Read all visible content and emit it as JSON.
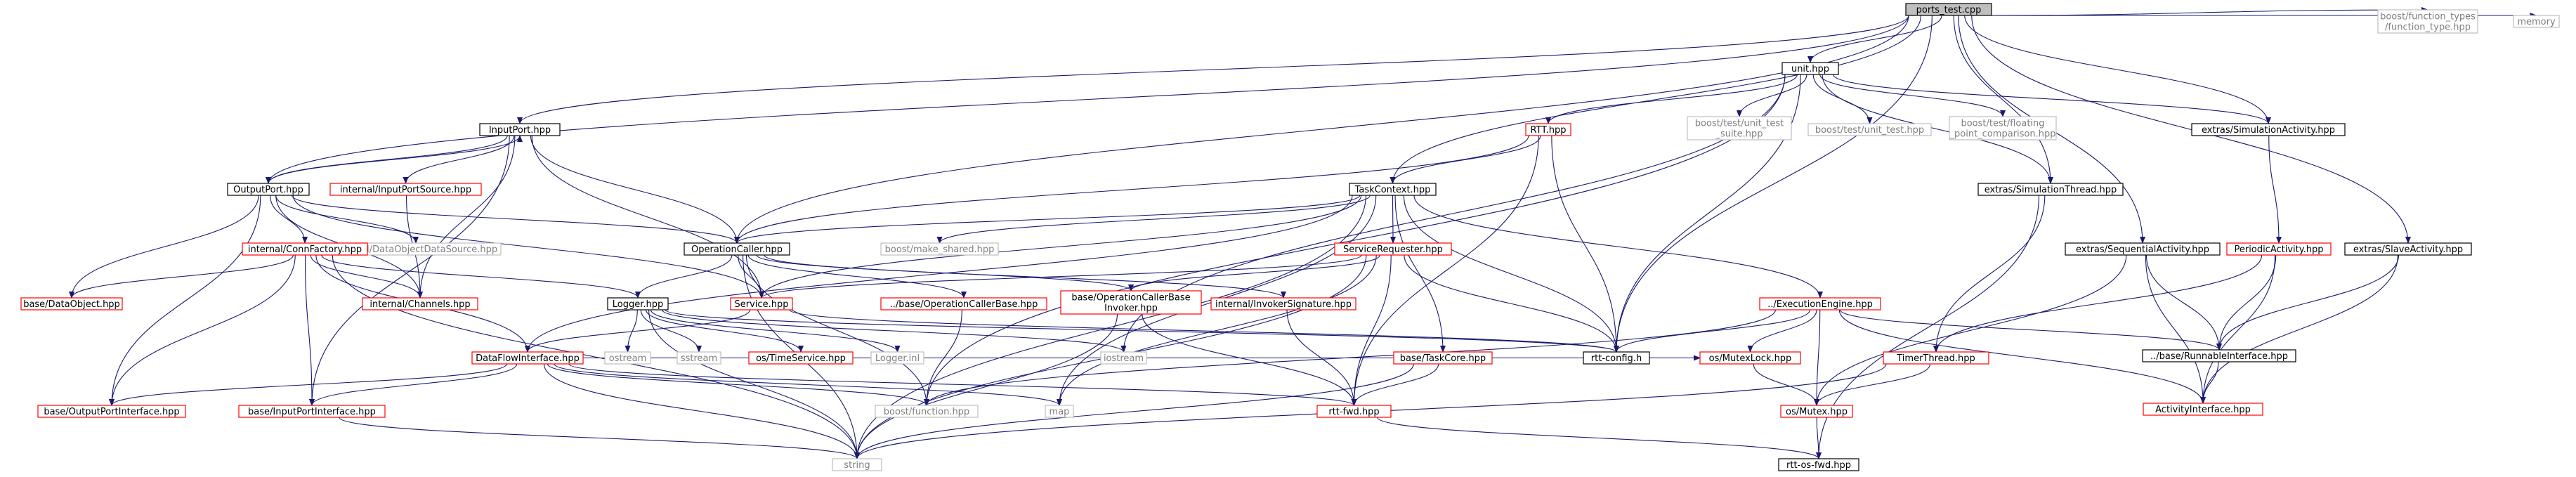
{
  "colors": {
    "edge": "#191970",
    "documented_border": "#000000",
    "documented_text": "#000000",
    "undocumented_border": "#bfbfbf",
    "undocumented_text": "#7f7f7f",
    "missing_border": "#ff0000",
    "missing_text": "#ff0000",
    "root_fill": "#bfbfbf"
  },
  "graph": {
    "nodes": [
      {
        "id": "ports_test",
        "lines": [
          "ports_test.cpp"
        ],
        "kind": "root"
      },
      {
        "id": "unit",
        "lines": [
          "unit.hpp"
        ],
        "kind": "documented"
      },
      {
        "id": "fn_types",
        "lines": [
          "boost/function_types",
          "/function_type.hpp"
        ],
        "kind": "undocumented"
      },
      {
        "id": "memory",
        "lines": [
          "memory"
        ],
        "kind": "undocumented"
      },
      {
        "id": "InputPort",
        "lines": [
          "InputPort.hpp"
        ],
        "kind": "documented"
      },
      {
        "id": "RTT",
        "lines": [
          "RTT.hpp"
        ],
        "kind": "missing"
      },
      {
        "id": "suite",
        "lines": [
          "boost/test/unit_test",
          "_suite.hpp"
        ],
        "kind": "undocumented"
      },
      {
        "id": "unit_test",
        "lines": [
          "boost/test/unit_test.hpp"
        ],
        "kind": "undocumented"
      },
      {
        "id": "float_cmp",
        "lines": [
          "boost/test/floating",
          "_point_comparison.hpp"
        ],
        "kind": "undocumented"
      },
      {
        "id": "SimActivity",
        "lines": [
          "extras/SimulationActivity.hpp"
        ],
        "kind": "documented"
      },
      {
        "id": "OutputPort",
        "lines": [
          "OutputPort.hpp"
        ],
        "kind": "documented"
      },
      {
        "id": "InputPortSource",
        "lines": [
          "internal/InputPortSource.hpp"
        ],
        "kind": "missing"
      },
      {
        "id": "TaskContext",
        "lines": [
          "TaskContext.hpp"
        ],
        "kind": "documented"
      },
      {
        "id": "SimThread",
        "lines": [
          "extras/SimulationThread.hpp"
        ],
        "kind": "documented"
      },
      {
        "id": "DODS",
        "lines": [
          "internal/DataObjectDataSource.hpp"
        ],
        "kind": "undocumented"
      },
      {
        "id": "ConnFactory",
        "lines": [
          "internal/ConnFactory.hpp"
        ],
        "kind": "missing"
      },
      {
        "id": "OperationCaller",
        "lines": [
          "OperationCaller.hpp"
        ],
        "kind": "documented"
      },
      {
        "id": "make_shared",
        "lines": [
          "boost/make_shared.hpp"
        ],
        "kind": "undocumented"
      },
      {
        "id": "ServiceRequester",
        "lines": [
          "ServiceRequester.hpp"
        ],
        "kind": "missing"
      },
      {
        "id": "SeqActivity",
        "lines": [
          "extras/SequentialActivity.hpp"
        ],
        "kind": "documented"
      },
      {
        "id": "PeriodicActivity",
        "lines": [
          "PeriodicActivity.hpp"
        ],
        "kind": "missing"
      },
      {
        "id": "SlaveActivity",
        "lines": [
          "extras/SlaveActivity.hpp"
        ],
        "kind": "documented"
      },
      {
        "id": "DataObject",
        "lines": [
          "base/DataObject.hpp"
        ],
        "kind": "missing"
      },
      {
        "id": "Channels",
        "lines": [
          "internal/Channels.hpp"
        ],
        "kind": "missing"
      },
      {
        "id": "Logger",
        "lines": [
          "Logger.hpp"
        ],
        "kind": "documented"
      },
      {
        "id": "Service",
        "lines": [
          "Service.hpp"
        ],
        "kind": "missing"
      },
      {
        "id": "OpCallerBase",
        "lines": [
          "../base/OperationCallerBase.hpp"
        ],
        "kind": "missing"
      },
      {
        "id": "OpCallerBaseInvoker",
        "lines": [
          "base/OperationCallerBase",
          "Invoker.hpp"
        ],
        "kind": "missing"
      },
      {
        "id": "InvokerSig",
        "lines": [
          "internal/InvokerSignature.hpp"
        ],
        "kind": "missing"
      },
      {
        "id": "ExecEngine",
        "lines": [
          "../ExecutionEngine.hpp"
        ],
        "kind": "missing"
      },
      {
        "id": "RunnableIf",
        "lines": [
          "../base/RunnableInterface.hpp"
        ],
        "kind": "documented"
      },
      {
        "id": "ostream",
        "lines": [
          "ostream"
        ],
        "kind": "undocumented"
      },
      {
        "id": "sstream",
        "lines": [
          "sstream"
        ],
        "kind": "undocumented"
      },
      {
        "id": "DataFlowIf",
        "lines": [
          "DataFlowInterface.hpp"
        ],
        "kind": "missing"
      },
      {
        "id": "TimeService",
        "lines": [
          "os/TimeService.hpp"
        ],
        "kind": "missing"
      },
      {
        "id": "Logger_inl",
        "lines": [
          "Logger.inl"
        ],
        "kind": "undocumented"
      },
      {
        "id": "iostream",
        "lines": [
          "iostream"
        ],
        "kind": "undocumented"
      },
      {
        "id": "rtt_config",
        "lines": [
          "rtt-config.h"
        ],
        "kind": "documented"
      },
      {
        "id": "MutexLock",
        "lines": [
          "os/MutexLock.hpp"
        ],
        "kind": "missing"
      },
      {
        "id": "TimerThread",
        "lines": [
          "TimerThread.hpp"
        ],
        "kind": "missing"
      },
      {
        "id": "TaskCore",
        "lines": [
          "base/TaskCore.hpp"
        ],
        "kind": "missing"
      },
      {
        "id": "ActivityIf",
        "lines": [
          "ActivityInterface.hpp"
        ],
        "kind": "missing"
      },
      {
        "id": "OutPortIf",
        "lines": [
          "base/OutputPortInterface.hpp"
        ],
        "kind": "missing"
      },
      {
        "id": "InPortIf",
        "lines": [
          "base/InputPortInterface.hpp"
        ],
        "kind": "missing"
      },
      {
        "id": "boost_fn",
        "lines": [
          "boost/function.hpp"
        ],
        "kind": "undocumented"
      },
      {
        "id": "map",
        "lines": [
          "map"
        ],
        "kind": "undocumented"
      },
      {
        "id": "rtt_fwd",
        "lines": [
          "rtt-fwd.hpp"
        ],
        "kind": "missing"
      },
      {
        "id": "Mutex",
        "lines": [
          "os/Mutex.hpp"
        ],
        "kind": "missing"
      },
      {
        "id": "string",
        "lines": [
          "string"
        ],
        "kind": "undocumented"
      },
      {
        "id": "rtt_os_fwd",
        "lines": [
          "rtt-os-fwd.hpp"
        ],
        "kind": "documented"
      }
    ],
    "edges": [
      [
        "ports_test",
        "unit"
      ],
      [
        "ports_test",
        "fn_types"
      ],
      [
        "ports_test",
        "memory"
      ],
      [
        "ports_test",
        "InputPort"
      ],
      [
        "ports_test",
        "OutputPort"
      ],
      [
        "ports_test",
        "TaskContext"
      ],
      [
        "ports_test",
        "OperationCaller"
      ],
      [
        "ports_test",
        "SimActivity"
      ],
      [
        "ports_test",
        "SimThread"
      ],
      [
        "ports_test",
        "SeqActivity"
      ],
      [
        "ports_test",
        "SlaveActivity"
      ],
      [
        "ports_test",
        "rtt_config"
      ],
      [
        "unit",
        "RTT"
      ],
      [
        "unit",
        "suite"
      ],
      [
        "unit",
        "unit_test"
      ],
      [
        "unit",
        "float_cmp"
      ],
      [
        "unit",
        "SimActivity"
      ],
      [
        "unit",
        "SimThread"
      ],
      [
        "unit",
        "iostream"
      ],
      [
        "unit",
        "rtt_config"
      ],
      [
        "unit",
        "boost_fn"
      ],
      [
        "InputPort",
        "OutputPort"
      ],
      [
        "InputPort",
        "InputPortSource"
      ],
      [
        "InputPort",
        "Channels"
      ],
      [
        "InputPort",
        "OperationCaller"
      ],
      [
        "InputPort",
        "Service"
      ],
      [
        "InputPort",
        "InPortIf"
      ],
      [
        "OutputPort",
        "InputPort"
      ],
      [
        "OutputPort",
        "DODS"
      ],
      [
        "OutputPort",
        "ConnFactory"
      ],
      [
        "OutputPort",
        "DataObject"
      ],
      [
        "OutputPort",
        "Channels"
      ],
      [
        "OutputPort",
        "OperationCaller"
      ],
      [
        "OutputPort",
        "Service"
      ],
      [
        "OutputPort",
        "OutPortIf"
      ],
      [
        "RTT",
        "TaskContext"
      ],
      [
        "RTT",
        "OperationCaller"
      ],
      [
        "RTT",
        "rtt_config"
      ],
      [
        "RTT",
        "rtt_fwd"
      ],
      [
        "InputPortSource",
        "Channels"
      ],
      [
        "ConnFactory",
        "DataObject"
      ],
      [
        "ConnFactory",
        "Channels"
      ],
      [
        "ConnFactory",
        "Logger"
      ],
      [
        "ConnFactory",
        "DataFlowIf"
      ],
      [
        "ConnFactory",
        "OutPortIf"
      ],
      [
        "ConnFactory",
        "InPortIf"
      ],
      [
        "ConnFactory",
        "string"
      ],
      [
        "TaskContext",
        "OperationCaller"
      ],
      [
        "TaskContext",
        "make_shared"
      ],
      [
        "TaskContext",
        "ServiceRequester"
      ],
      [
        "TaskContext",
        "Service"
      ],
      [
        "TaskContext",
        "ExecEngine"
      ],
      [
        "TaskContext",
        "TaskCore"
      ],
      [
        "TaskContext",
        "DataFlowIf"
      ],
      [
        "TaskContext",
        "rtt_config"
      ],
      [
        "TaskContext",
        "map"
      ],
      [
        "TaskContext",
        "string"
      ],
      [
        "SimActivity",
        "PeriodicActivity"
      ],
      [
        "SimThread",
        "TimerThread"
      ],
      [
        "SimThread",
        "rtt_os_fwd"
      ],
      [
        "OperationCaller",
        "Logger"
      ],
      [
        "OperationCaller",
        "Service"
      ],
      [
        "OperationCaller",
        "OpCallerBase"
      ],
      [
        "OperationCaller",
        "OpCallerBaseInvoker"
      ],
      [
        "OperationCaller",
        "InvokerSig"
      ],
      [
        "OperationCaller",
        "boost_fn"
      ],
      [
        "OperationCaller",
        "string"
      ],
      [
        "ServiceRequester",
        "Service"
      ],
      [
        "ServiceRequester",
        "OpCallerBaseInvoker"
      ],
      [
        "ServiceRequester",
        "rtt_config"
      ],
      [
        "ServiceRequester",
        "rtt_fwd"
      ],
      [
        "ServiceRequester",
        "map"
      ],
      [
        "ServiceRequester",
        "string"
      ],
      [
        "SeqActivity",
        "RunnableIf"
      ],
      [
        "SeqActivity",
        "Mutex"
      ],
      [
        "SeqActivity",
        "ActivityIf"
      ],
      [
        "PeriodicActivity",
        "TimerThread"
      ],
      [
        "PeriodicActivity",
        "RunnableIf"
      ],
      [
        "PeriodicActivity",
        "ActivityIf"
      ],
      [
        "SlaveActivity",
        "RunnableIf"
      ],
      [
        "SlaveActivity",
        "ActivityIf"
      ],
      [
        "Logger",
        "ostream"
      ],
      [
        "Logger",
        "sstream"
      ],
      [
        "Logger",
        "TimeService"
      ],
      [
        "Logger",
        "Logger_inl"
      ],
      [
        "Logger",
        "iostream"
      ],
      [
        "Logger",
        "rtt_config"
      ],
      [
        "Logger",
        "string"
      ],
      [
        "Service",
        "DataFlowIf"
      ],
      [
        "Service",
        "rtt_config"
      ],
      [
        "OpCallerBase",
        "boost_fn"
      ],
      [
        "OpCallerBaseInvoker",
        "rtt_fwd"
      ],
      [
        "OpCallerBaseInvoker",
        "string"
      ],
      [
        "InvokerSig",
        "rtt_fwd"
      ],
      [
        "ExecEngine",
        "rtt_config"
      ],
      [
        "ExecEngine",
        "MutexLock"
      ],
      [
        "ExecEngine",
        "RunnableIf"
      ],
      [
        "ExecEngine",
        "Mutex"
      ],
      [
        "ExecEngine",
        "ActivityIf"
      ],
      [
        "ExecEngine",
        "boost_fn"
      ],
      [
        "RunnableIf",
        "ActivityIf"
      ],
      [
        "DataFlowIf",
        "OutPortIf"
      ],
      [
        "DataFlowIf",
        "InPortIf"
      ],
      [
        "DataFlowIf",
        "boost_fn"
      ],
      [
        "DataFlowIf",
        "map"
      ],
      [
        "DataFlowIf",
        "rtt_fwd"
      ],
      [
        "DataFlowIf",
        "string"
      ],
      [
        "DataFlowIf",
        "MutexLock"
      ],
      [
        "MutexLock",
        "Mutex"
      ],
      [
        "TimerThread",
        "Mutex"
      ],
      [
        "TimerThread",
        "string"
      ],
      [
        "TaskCore",
        "rtt_fwd"
      ],
      [
        "TaskCore",
        "string"
      ],
      [
        "InPortIf",
        "string"
      ],
      [
        "rtt_fwd",
        "rtt_os_fwd"
      ],
      [
        "Mutex",
        "rtt_os_fwd"
      ]
    ]
  }
}
